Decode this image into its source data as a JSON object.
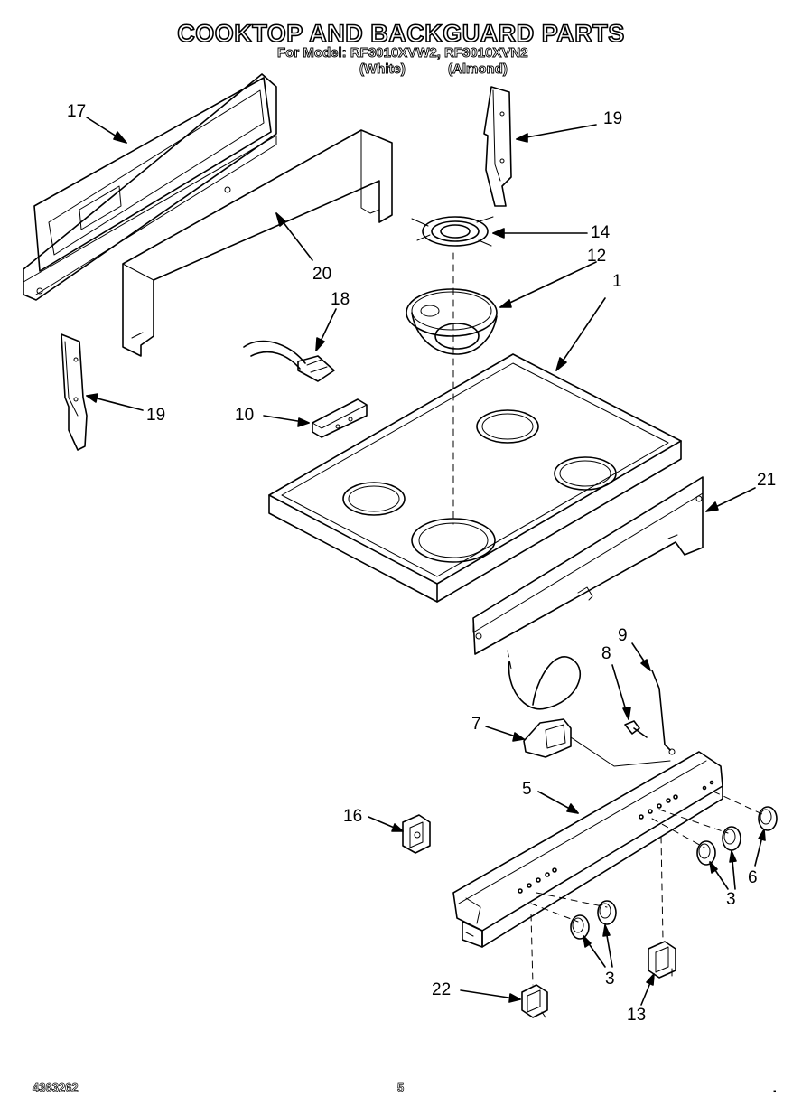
{
  "header": {
    "title": "COOKTOP AND BACKGUARD PARTS",
    "model_line": "For Model: RF3010XVW2, RF3010XVN2",
    "variant_white": "(White)",
    "variant_almond": "(Almond)"
  },
  "callouts": {
    "c1": "1",
    "c3a": "3",
    "c3b": "3",
    "c5": "5",
    "c6": "6",
    "c7": "7",
    "c8": "8",
    "c9": "9",
    "c10": "10",
    "c12": "12",
    "c13": "13",
    "c14": "14",
    "c16": "16",
    "c17": "17",
    "c18": "18",
    "c19a": "19",
    "c19b": "19",
    "c20": "20",
    "c21": "21",
    "c22": "22"
  },
  "footer": {
    "part_number": "4363262",
    "page_number": "5",
    "mark": "▪"
  }
}
